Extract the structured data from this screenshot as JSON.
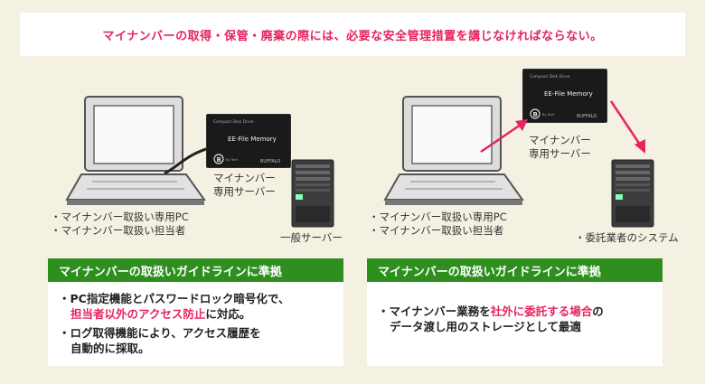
{
  "headline": "マイナンバーの取得・保管・廃棄の際には、必要な安全管理措置を講じなければならない。",
  "device_brand": "Compact Disk Drive",
  "device_name": "EE-File Memory",
  "device_maker": "BUFFALO",
  "device_logo": "B",
  "device_logo_sub": "By Tech",
  "left": {
    "pc_list": [
      "マイナンバー取扱い専用PC",
      "マイナンバー取扱い担当者"
    ],
    "server_label_line1": "マイナンバー",
    "server_label_line2": "専用サーバー",
    "general_server_label": "一般サーバー",
    "bar_title": "マイナンバーの取扱いガイドラインに準拠",
    "item1_line1": "PC指定機能とパスワードロック暗号化で、",
    "item1_highlight": "担当者以外のアクセス防止",
    "item1_tail": "に対応。",
    "item2_line1": "ログ取得機能により、アクセス履歴を",
    "item2_line2": "自動的に採取。"
  },
  "right": {
    "pc_list": [
      "マイナンバー取扱い専用PC",
      "マイナンバー取扱い担当者"
    ],
    "server_label_line1": "マイナンバー",
    "server_label_line2": "専用サーバー",
    "outsourcer_label": "委託業者のシステム",
    "bar_title": "マイナンバーの取扱いガイドラインに準拠",
    "item1_pre": "マイナンバー業務を",
    "item1_highlight": "社外に委託する場合",
    "item1_post": "の",
    "item1_line2": "データ渡し用のストレージとして最適"
  },
  "colors": {
    "accent": "#e6245e",
    "green": "#2e8f1f",
    "bg": "#f5f1e2"
  }
}
